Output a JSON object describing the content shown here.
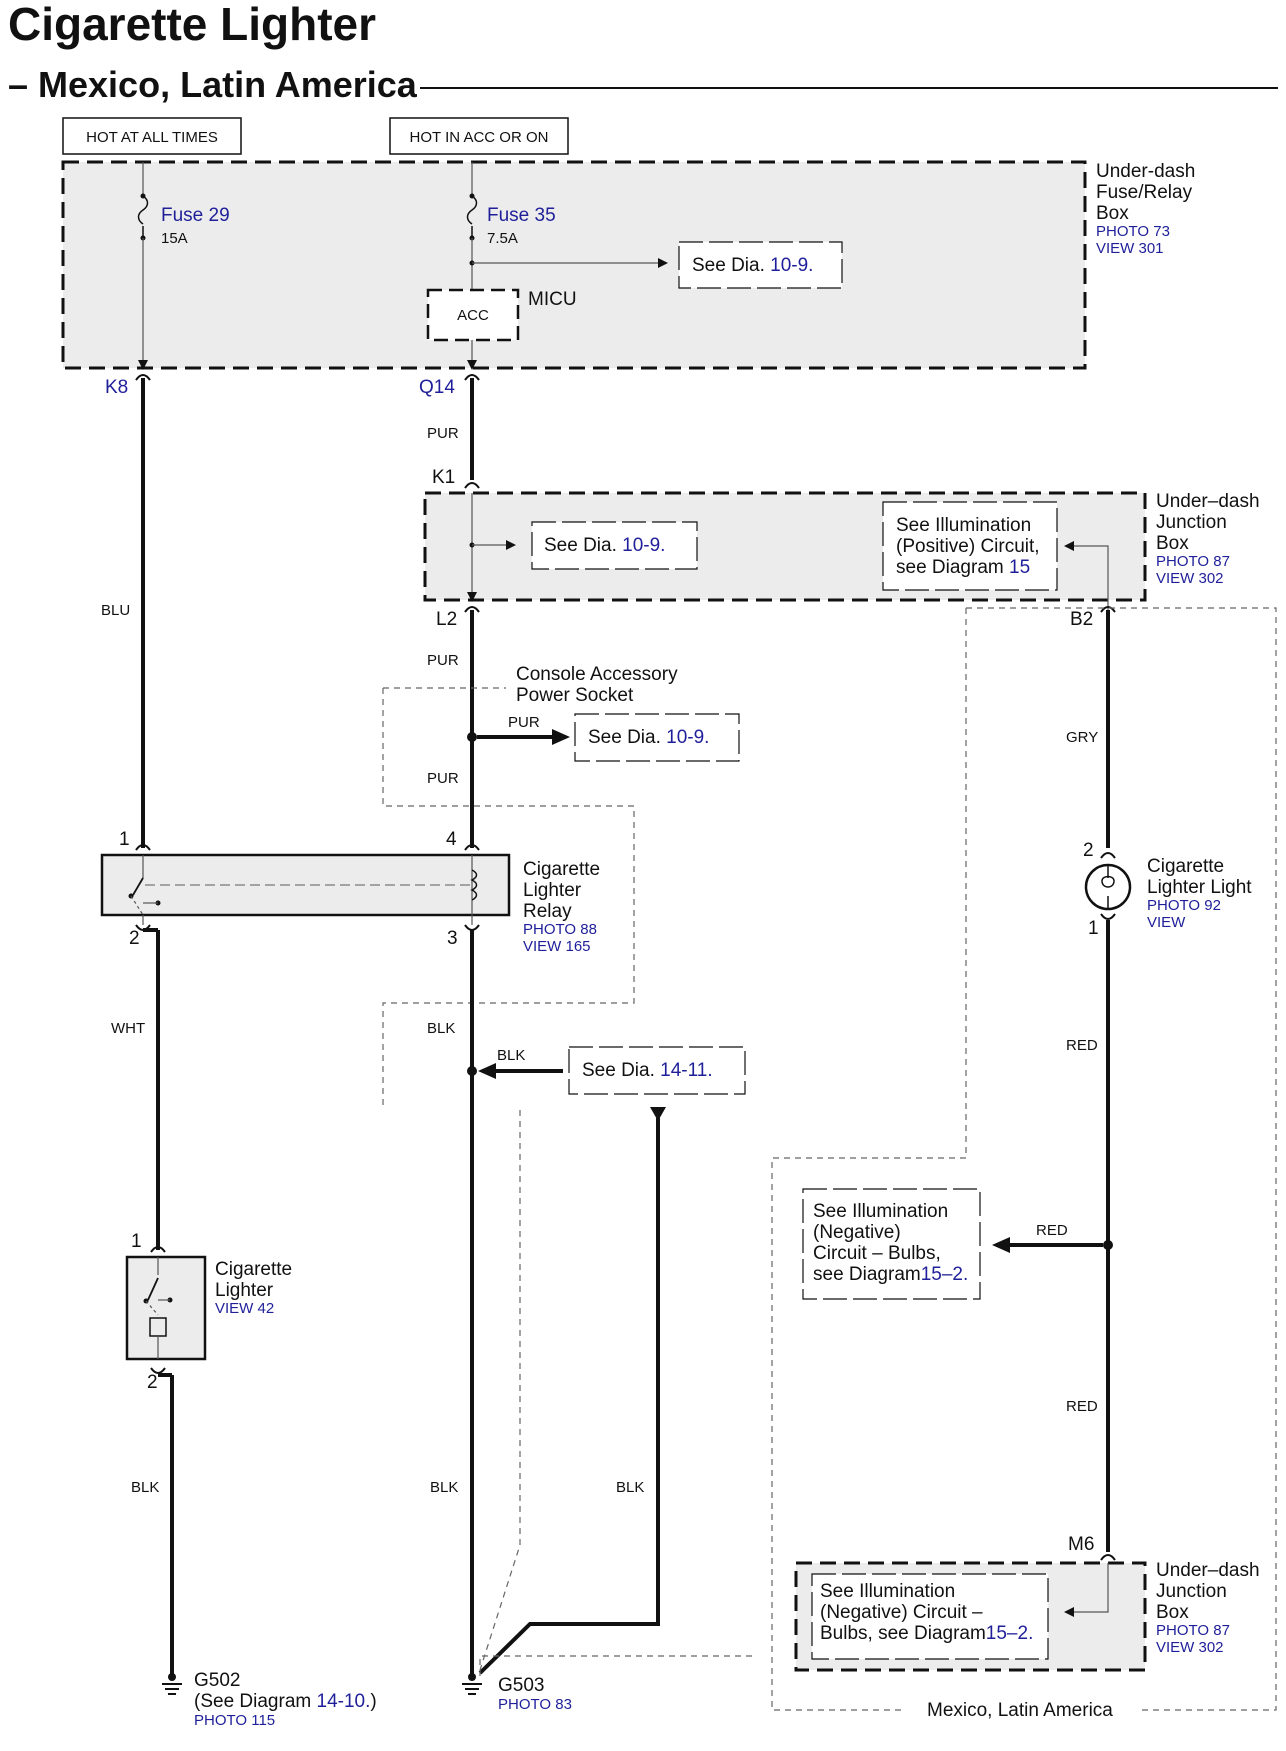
{
  "title": "Cigarette Lighter",
  "subtitle": "– Mexico, Latin America",
  "colors": {
    "ink": "#111111",
    "accent_blue": "#1f1f9a",
    "box_fill": "#ececec"
  },
  "power": {
    "hot_always": "HOT AT ALL TIMES",
    "hot_acc": "HOT IN ACC OR ON"
  },
  "fuse_box": {
    "name_1": "Under-dash",
    "name_2": "Fuse/Relay",
    "name_3": "Box",
    "photo": "PHOTO 73",
    "view": "VIEW 301"
  },
  "fuse29": {
    "name": "Fuse 29",
    "rating": "15A"
  },
  "fuse35": {
    "name": "Fuse 35",
    "rating": "7.5A"
  },
  "micu": {
    "name": "MICU",
    "label": "ACC"
  },
  "see_109_a": {
    "pre": "See  Dia.",
    "ref": "10-9."
  },
  "see_109_b": {
    "pre": "See  Dia.",
    "ref": "10-9."
  },
  "see_109_c": {
    "pre": "See  Dia.",
    "ref": "10-9."
  },
  "see_1411": {
    "pre": "See  Dia.",
    "ref": "14-11."
  },
  "junction_top": {
    "name_1": "Under–dash",
    "name_2": "Junction",
    "name_3": "Box",
    "photo": "PHOTO 87",
    "view": "VIEW 302"
  },
  "junction_bot": {
    "name_1": "Under–dash",
    "name_2": "Junction",
    "name_3": "Box",
    "photo": "PHOTO 87",
    "view": "VIEW 302"
  },
  "illum_pos": {
    "line1": "See Illumination",
    "line2": "(Positive) Circuit,",
    "line3": "see Diagram",
    "ref": "15"
  },
  "illum_neg_a": {
    "line1": "See Illumination",
    "line2": "(Negative)",
    "line3": "Circuit – Bulbs,",
    "line4": "see Diagram",
    "ref": "15–2."
  },
  "illum_neg_b": {
    "line1": "See Illumination",
    "line2": "(Negative) Circuit –",
    "line3": "Bulbs, see Diagram",
    "ref": "15–2."
  },
  "socket": {
    "line1": "Console Accessory",
    "line2": "Power Socket"
  },
  "relay": {
    "line1": "Cigarette",
    "line2": "Lighter",
    "line3": "Relay",
    "photo": "PHOTO 88",
    "view": "VIEW 165"
  },
  "lighter": {
    "line1": "Cigarette",
    "line2": "Lighter",
    "view": "VIEW 42"
  },
  "light": {
    "line1": "Cigarette",
    "line2": "Lighter Light",
    "photo": "PHOTO 92",
    "view": "VIEW"
  },
  "connectors": {
    "k8": "K8",
    "q14": "Q14",
    "k1": "K1",
    "l2": "L2",
    "b2": "B2",
    "m6": "M6"
  },
  "pins": {
    "relay_1": "1",
    "relay_4": "4",
    "relay_2": "2",
    "relay_3": "3",
    "lighter_1": "1",
    "lighter_2": "2",
    "light_2": "2",
    "light_1": "1"
  },
  "wires": {
    "blu": "BLU",
    "pur_1": "PUR",
    "pur_2": "PUR",
    "pur_3": "PUR",
    "pur_4": "PUR",
    "wht": "WHT",
    "blk_1": "BLK",
    "blk_2": "BLK",
    "blk_3": "BLK",
    "blk_4": "BLK",
    "blk_5": "BLK",
    "gry": "GRY",
    "red_1": "RED",
    "red_2": "RED",
    "red_3": "RED"
  },
  "g502": {
    "name": "G502",
    "note_pre": "(See Diagram",
    "note_ref": "14-10.",
    "note_post": ")",
    "photo": "PHOTO 115"
  },
  "g503": {
    "name": "G503",
    "photo": "PHOTO 83"
  },
  "region_label": "Mexico, Latin America"
}
